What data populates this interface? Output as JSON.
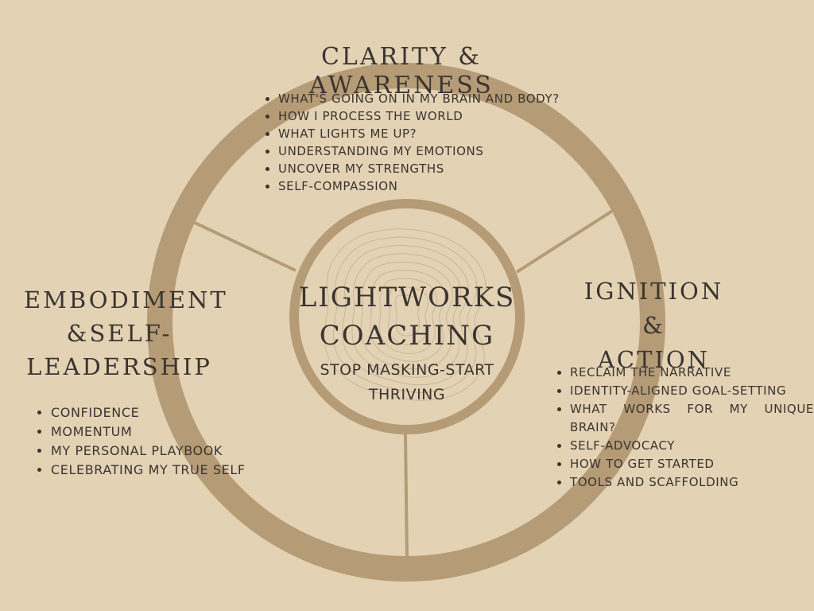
{
  "center": {
    "title_line1": "LIGHTWORKS",
    "title_line2": "COACHING",
    "subtitle_line1": "STOP MASKING-START",
    "subtitle_line2": "THRIVING"
  },
  "sections": {
    "clarity": {
      "title": "CLARITY & AWARENESS",
      "items": [
        "WHAT'S GOING ON IN MY BRAIN AND BODY?",
        "HOW I PROCESS THE WORLD",
        "WHAT LIGHTS ME UP?",
        "UNDERSTANDING MY EMOTIONS",
        "UNCOVER MY STRENGTHS",
        "SELF-COMPASSION"
      ]
    },
    "embodiment": {
      "title_line1": "EMBODIMENT",
      "title_line2": "&SELF-",
      "title_line3": "LEADERSHIP",
      "items": [
        "CONFIDENCE",
        "MOMENTUM",
        "MY PERSONAL PLAYBOOK",
        "CELEBRATING MY TRUE SELF"
      ]
    },
    "ignition": {
      "title_line1": "IGNITION &",
      "title_line2": "ACTION",
      "items": [
        "RECLAIM THE NARRATIVE",
        "IDENTITY-ALIGNED GOAL-SETTING",
        "WHAT WORKS FOR MY UNIQUE BRAIN?",
        "SELF-ADVOCACY",
        "HOW TO GET STARTED",
        "TOOLS AND SCAFFOLDING"
      ]
    }
  },
  "colors": {
    "background": "#e3d2b4",
    "ring": "#b59b76",
    "text": "#3b3530",
    "contour": "#c7b394"
  }
}
